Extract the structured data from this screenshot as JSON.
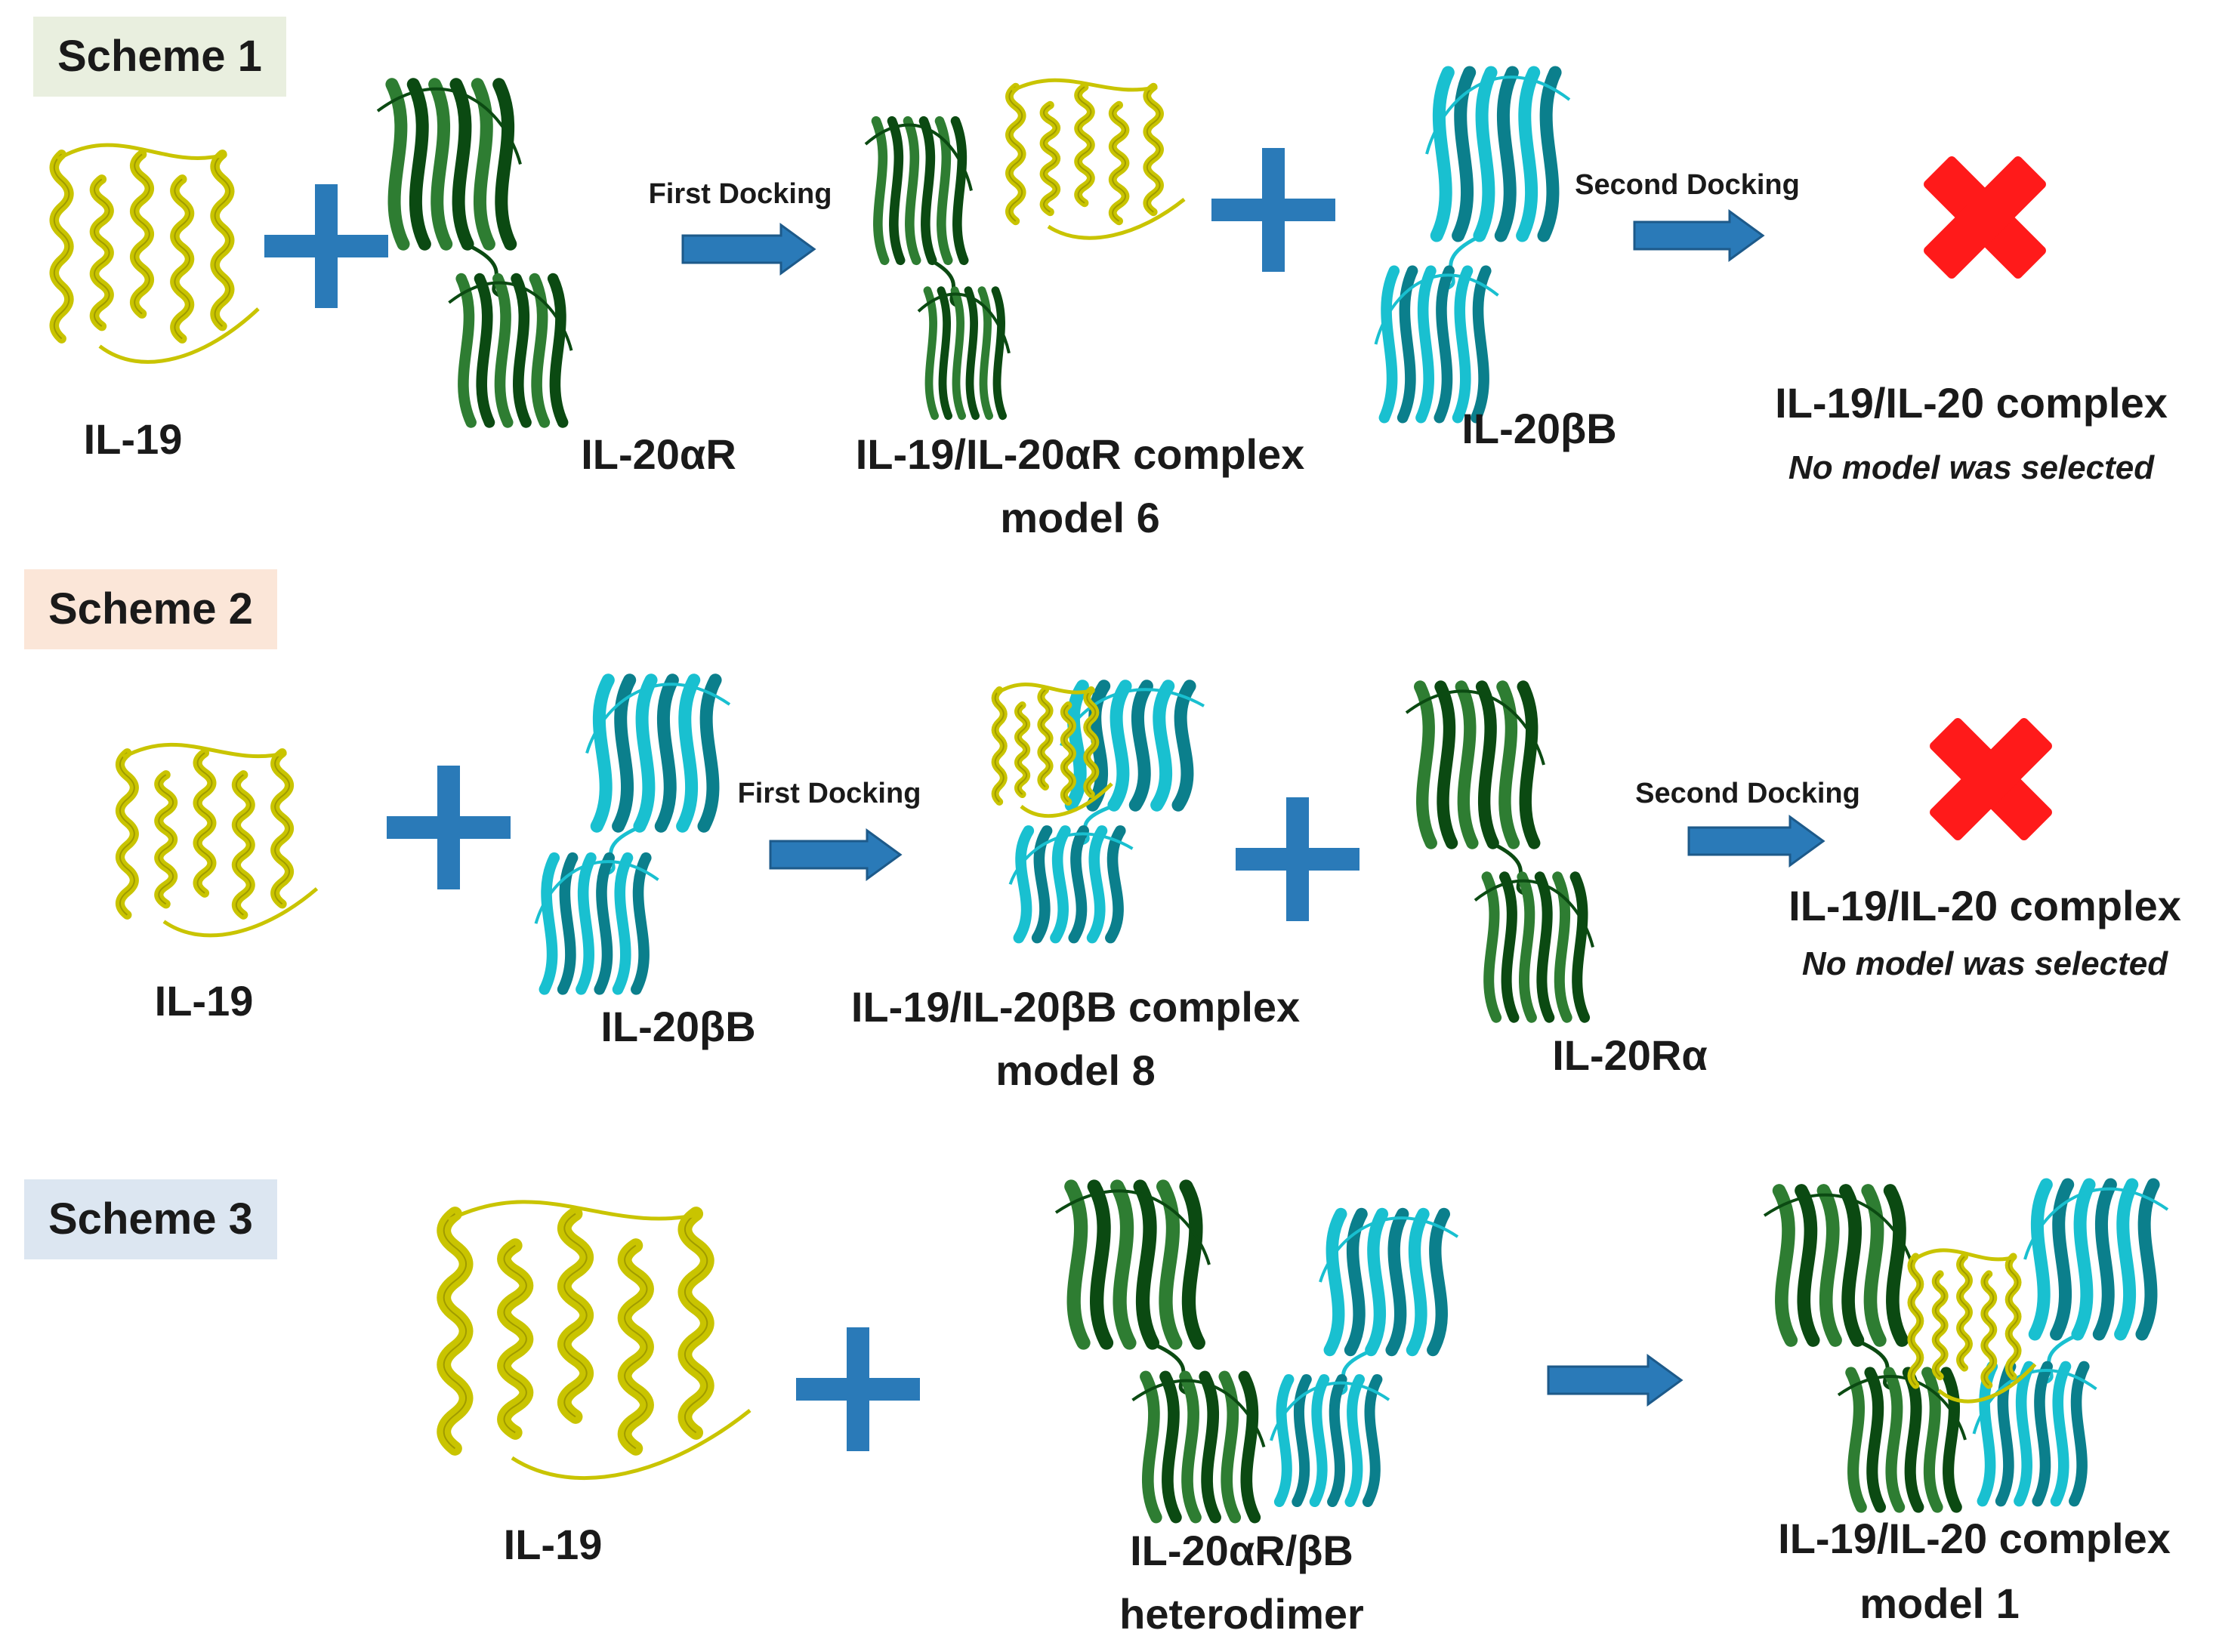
{
  "colors": {
    "ligand": "#c9c400",
    "ligand_dark": "#8f8a00",
    "alpha_receptor": "#0b4a12",
    "alpha_receptor_light": "#2e7d32",
    "beta_receptor": "#19c0d0",
    "beta_receptor_dark": "#0b7f8c",
    "arrow": "#2a7ab8",
    "plus": "#2a7ab8",
    "cross": "#ff1a1a",
    "scheme1_bg": "#e9efdf",
    "scheme2_bg": "#fbe6d8",
    "scheme3_bg": "#dce6f1"
  },
  "icons": [
    "plus-sign-icon",
    "right-arrow-icon",
    "red-cross-icon"
  ],
  "scheme1": {
    "title": "Scheme 1",
    "il19": "IL-19",
    "receptor1": "IL-20αR",
    "arrow1": "First Docking",
    "complex_line1": "IL-19/IL-20αR complex",
    "complex_line2": "model 6",
    "receptor2": "IL-20βB",
    "arrow2": "Second  Docking",
    "result": "IL-19/IL-20 complex",
    "result_note": "No model was selected"
  },
  "scheme2": {
    "title": "Scheme 2",
    "il19": "IL-19",
    "receptor1": "IL-20βB",
    "arrow1": "First Docking",
    "complex_line1": "IL-19/IL-20βB complex",
    "complex_line2": "model 8",
    "receptor2": "IL-20Rα",
    "arrow2": "Second  Docking",
    "result": "IL-19/IL-20 complex",
    "result_note": "No model was selected"
  },
  "scheme3": {
    "title": "Scheme 3",
    "il19": "IL-19",
    "dimer_line1": "IL-20αR/βB",
    "dimer_line2": "heterodimer",
    "result_line1": "IL-19/IL-20 complex",
    "result_line2": "model 1"
  }
}
